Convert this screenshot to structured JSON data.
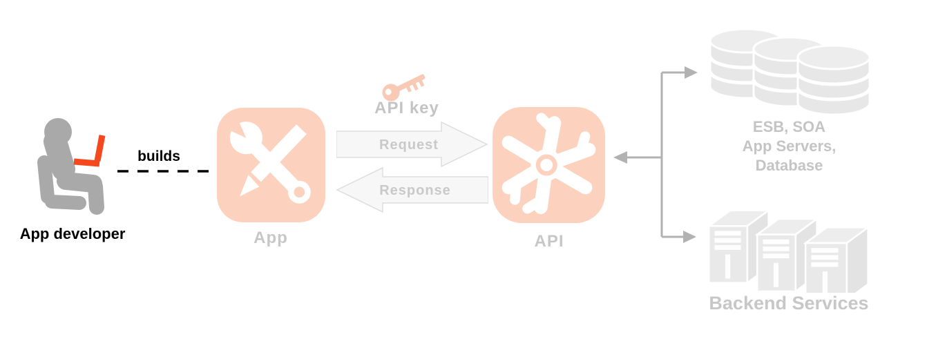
{
  "diagram": {
    "developer": {
      "label": "App developer",
      "action": "builds",
      "icon": "person-at-laptop-icon"
    },
    "app": {
      "label": "App",
      "icon": "wrench-pencil-icon"
    },
    "api_key": {
      "label": "API key",
      "icon": "key-icon"
    },
    "flow": {
      "request": "Request",
      "response": "Response"
    },
    "api": {
      "label": "API",
      "icon": "pinwheel-icon"
    },
    "backends": {
      "integration": {
        "lines": [
          "ESB, SOA",
          "App Servers,",
          "Database"
        ],
        "icon": "database-stack-icon"
      },
      "services": {
        "label": "Backend Services",
        "icon": "server-stack-icon"
      }
    },
    "colors": {
      "salmon_tile": "#fcd2bf",
      "salmon_key": "#f8c9b4",
      "orange_laptop": "#f4491f",
      "figure_gray": "#a9a9a9",
      "label_gray": "#c7c7c7",
      "shape_gray": "#e7e7e7",
      "arrow_fill": "#f7f7f7",
      "arrow_stroke": "#dddddd",
      "connector_gray": "#b2b2b2",
      "text_black": "#000000"
    }
  }
}
